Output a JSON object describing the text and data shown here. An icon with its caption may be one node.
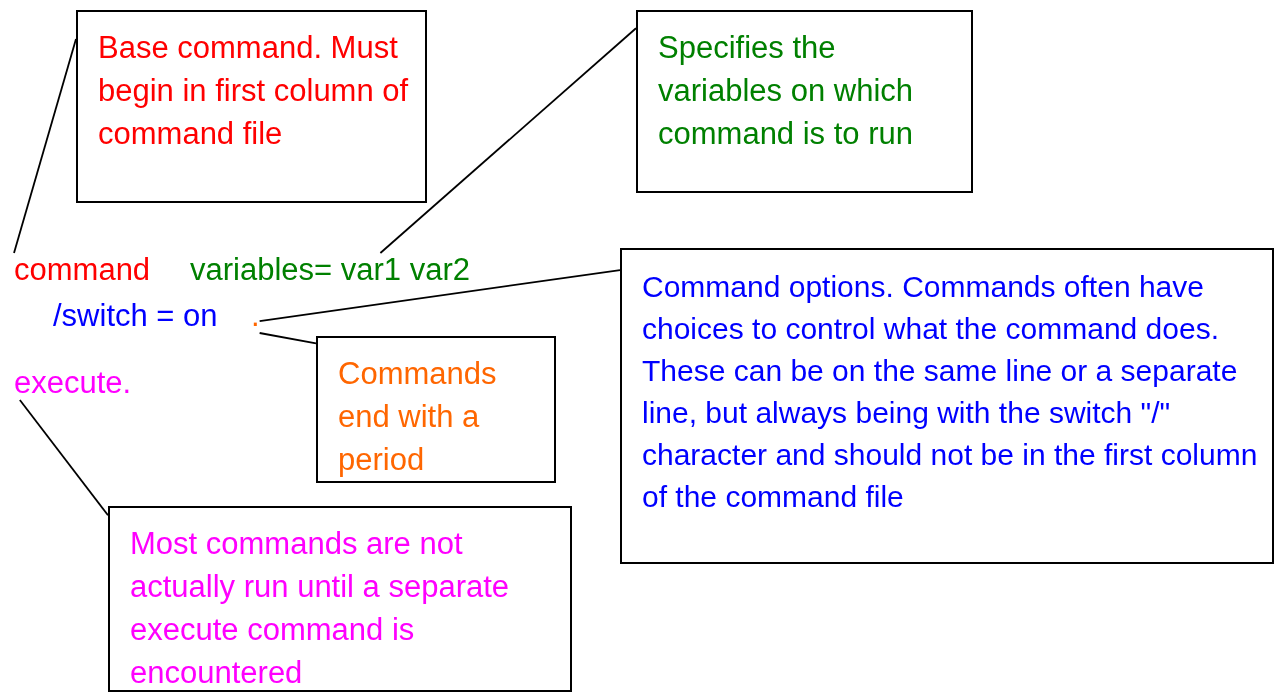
{
  "diagram": {
    "nodes": [
      {
        "text": [
          "Base command. Must begin in first column of command file"
        ]
      },
      {
        "text": [
          "Specifies the variables on which command is to run"
        ]
      },
      {
        "text": [
          "command"
        ]
      },
      {
        "text": [
          "variables= var1 var2"
        ]
      },
      {
        "text": [
          "Command options. Commands often have choices to control what the command does. These can be on the same line or a separate line, but always being with the switch \"/\" character and should not be in the first column of the command file"
        ]
      },
      {
        "text": [
          "/switch = on"
        ]
      },
      {
        "text": [
          "."
        ]
      },
      {
        "text": [
          "Commands end with a period"
        ]
      },
      {
        "text": [
          "execute."
        ]
      },
      {
        "text": [
          "Most commands are not actually run until a separate execute command is encountered"
        ]
      }
    ],
    "edges": [
      {
        "from": 0,
        "to": 2,
        "arrow": "none"
      },
      {
        "from": 1,
        "to": 3,
        "arrow": "none"
      },
      {
        "from": 4,
        "to": 6,
        "arrow": "none"
      },
      {
        "from": 6,
        "to": 7,
        "arrow": "none"
      },
      {
        "from": 8,
        "to": 9,
        "arrow": "none"
      }
    ]
  }
}
